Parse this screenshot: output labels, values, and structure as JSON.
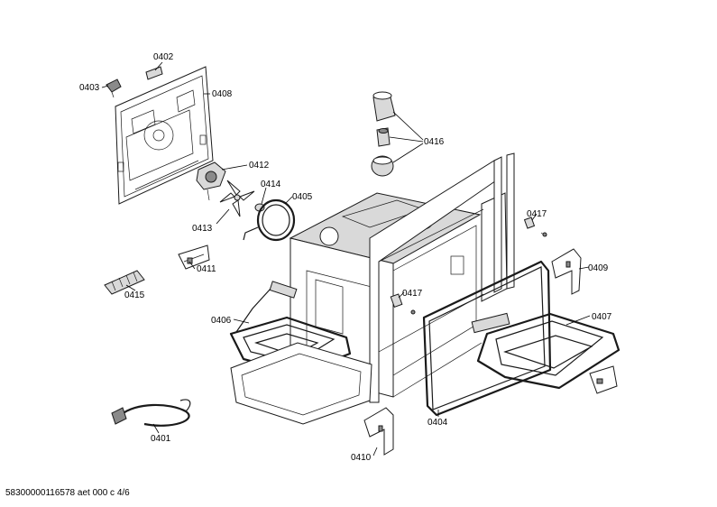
{
  "diagram": {
    "labels": {
      "p0402": "0402",
      "p0403": "0403",
      "p0408": "0408",
      "p0412": "0412",
      "p0414": "0414",
      "p0405": "0405",
      "p0413": "0413",
      "p0411": "0411",
      "p0415": "0415",
      "p0406": "0406",
      "p0401": "0401",
      "p0416": "0416",
      "p0417a": "0417",
      "p0417b": "0417",
      "p0409": "0409",
      "p0407": "0407",
      "p0404": "0404",
      "p0410": "0410"
    },
    "footer": "58300000116578 aet 000 c 4/6"
  }
}
